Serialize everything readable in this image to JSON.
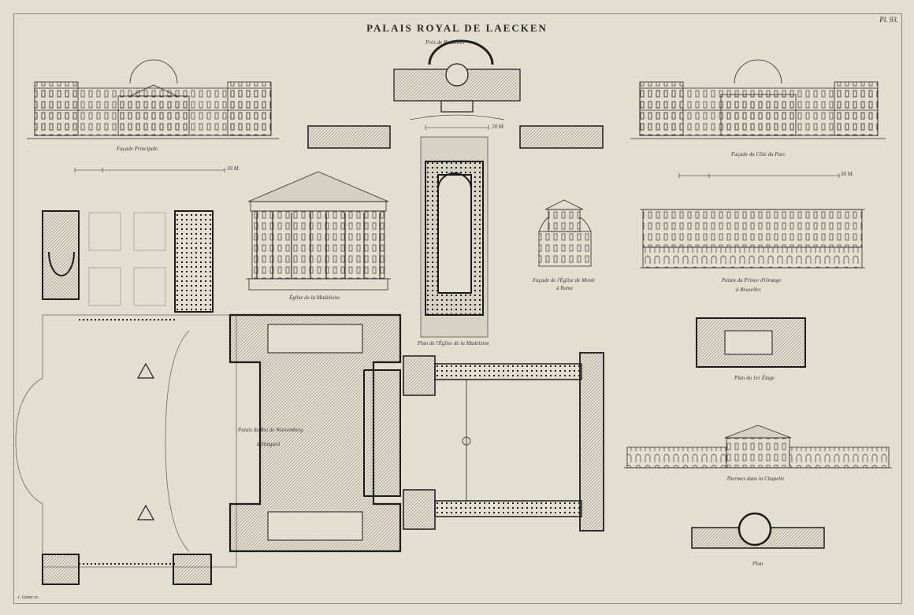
{
  "plate": {
    "title": "PALAIS ROYAL DE LAECKEN",
    "number": "Pl. 93.",
    "engraver": "J. Geme sc."
  },
  "captions": {
    "pres_bruxelles": "Près de Bruxelles",
    "facade_principale": "Façade Principale",
    "facade_parc": "Façade du Côté du Parc",
    "eglise_madeleine": "Église de la Madeleine",
    "plan_eglise_madeleine": "Plan de l'Église de la Madeleine",
    "facade_eglise_monti_1": "Façade de l'Église de Monti",
    "facade_eglise_monti_2": "à Rome",
    "palais_prince_orange_1": "Palais du Prince d'Orange",
    "palais_prince_orange_2": "à Bruxelles",
    "palais_roi_1": "Palais du Roi de Wurtemberg",
    "palais_roi_2": "à Stutgard",
    "plan_premier_etage": "Plan du 1er Étage",
    "thermes_chapelle": "Thermes dans la Chapelle",
    "plan": "Plan"
  },
  "scales": {
    "scale_1": "30 M.",
    "scale_2": "30 M.",
    "scale_3": "20 M."
  },
  "colors": {
    "paper": "#e3ded1",
    "ink": "#2b2926",
    "wall": "#1c1b19"
  }
}
